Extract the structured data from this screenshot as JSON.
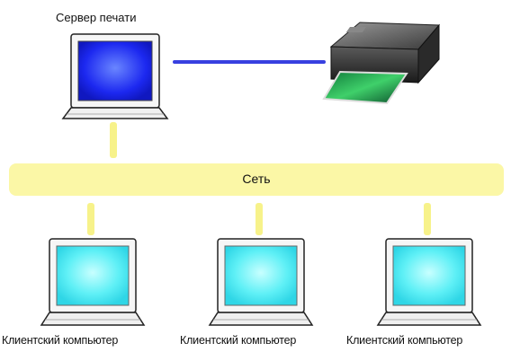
{
  "server": {
    "label": "Сервер печати"
  },
  "network": {
    "label": "Сеть"
  },
  "clients": [
    {
      "label": "Клиентский компьютер"
    },
    {
      "label": "Клиентский компьютер"
    },
    {
      "label": "Клиентский компьютер"
    }
  ],
  "colors": {
    "server_screen": "#1c28f0",
    "client_screen": "#5ff0f6",
    "cable_server_printer": "#3840e0",
    "network_bar": "#fbf7a6",
    "network_connectors": "#f7f28a"
  }
}
